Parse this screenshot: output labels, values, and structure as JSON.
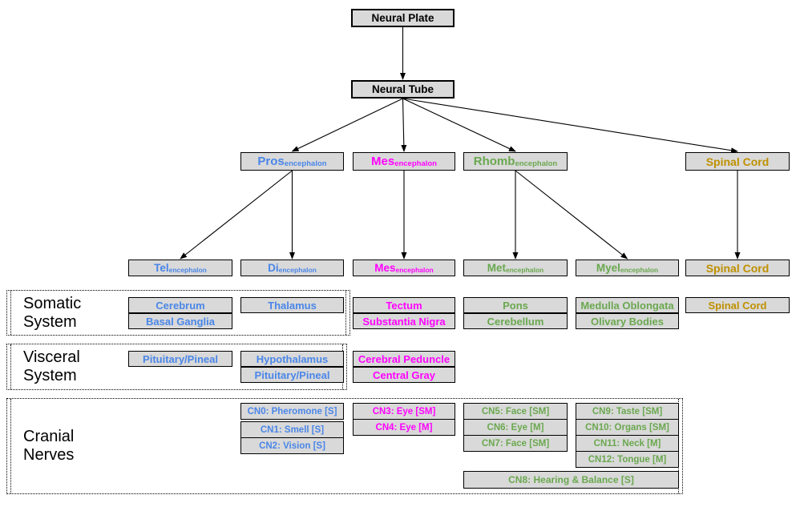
{
  "title": "Neural development flowchart",
  "colors": {
    "blue": "#4a86e8",
    "magenta": "#ff00ff",
    "green": "#6aa84f",
    "gold": "#bf9000",
    "box_fill": "#d9d9d9",
    "border": "#000000"
  },
  "sections": {
    "somatic": {
      "line1": "Somatic",
      "line2": "System"
    },
    "visceral": {
      "line1": "Visceral",
      "line2": "System"
    },
    "cranial": {
      "line1": "Cranial",
      "line2": "Nerves"
    }
  },
  "nodes": {
    "neural_plate": {
      "label": "Neural Plate"
    },
    "neural_tube": {
      "label": "Neural Tube"
    },
    "pros": {
      "main": "Pros",
      "sub": "encephalon"
    },
    "mes2": {
      "main": "Mes",
      "sub": "encephalon"
    },
    "rhomb": {
      "main": "Rhomb",
      "sub": "encephalon"
    },
    "spinal2": {
      "label": "Spinal Cord"
    },
    "tel": {
      "main": "Tel",
      "sub": "encephalon"
    },
    "di": {
      "main": "Di",
      "sub": "encephalon"
    },
    "mes3": {
      "main": "Mes",
      "sub": "encephalon"
    },
    "met": {
      "main": "Met",
      "sub": "encephalon"
    },
    "myel": {
      "main": "Myel",
      "sub": "encephalon"
    },
    "spinal3": {
      "label": "Spinal Cord"
    },
    "cerebrum": {
      "label": "Cerebrum"
    },
    "basal_ganglia": {
      "label": "Basal Ganglia"
    },
    "thalamus": {
      "label": "Thalamus"
    },
    "tectum": {
      "label": "Tectum"
    },
    "substantia_nigra": {
      "label": "Substantia Nigra"
    },
    "pons": {
      "label": "Pons"
    },
    "cerebellum": {
      "label": "Cerebellum"
    },
    "medulla": {
      "label": "Medulla Oblongata"
    },
    "olivary": {
      "label": "Olivary Bodies"
    },
    "spinal_somatic": {
      "label": "Spinal Cord"
    },
    "pituitary_tel": {
      "label": "Pituitary/Pineal"
    },
    "hypothalamus": {
      "label": "Hypothalamus"
    },
    "pituitary_di": {
      "label": "Pituitary/Pineal"
    },
    "cerebral_peduncle": {
      "label": "Cerebral Peduncle"
    },
    "central_gray": {
      "label": "Central Gray"
    },
    "cn0": {
      "label": "CN0: Pheromone [S]"
    },
    "cn1": {
      "label": "CN1: Smell [S]"
    },
    "cn2": {
      "label": "CN2: Vision [S]"
    },
    "cn3": {
      "label": "CN3: Eye [SM]"
    },
    "cn4": {
      "label": "CN4: Eye [M]"
    },
    "cn5": {
      "label": "CN5: Face [SM]"
    },
    "cn6": {
      "label": "CN6: Eye [M]"
    },
    "cn7": {
      "label": "CN7: Face [SM]"
    },
    "cn8": {
      "label": "CN8: Hearing & Balance [S]"
    },
    "cn9": {
      "label": "CN9: Taste [SM]"
    },
    "cn10": {
      "label": "CN10: Organs [SM]"
    },
    "cn11": {
      "label": "CN11: Neck [M]"
    },
    "cn12": {
      "label": "CN12: Tongue [M]"
    }
  },
  "arrows": [
    [
      "neural_plate",
      "neural_tube"
    ],
    [
      "neural_tube",
      "pros"
    ],
    [
      "neural_tube",
      "mes2"
    ],
    [
      "neural_tube",
      "rhomb"
    ],
    [
      "neural_tube",
      "spinal2"
    ],
    [
      "pros",
      "tel"
    ],
    [
      "pros",
      "di"
    ],
    [
      "mes2",
      "mes3"
    ],
    [
      "rhomb",
      "met"
    ],
    [
      "rhomb",
      "myel"
    ],
    [
      "spinal2",
      "spinal3"
    ]
  ]
}
